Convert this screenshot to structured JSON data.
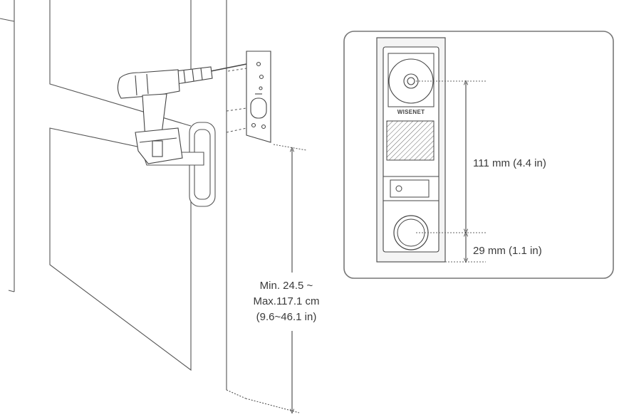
{
  "brand_logo": "WISENET",
  "dimensions": {
    "camera_to_button": "111 mm (4.4 in)",
    "button_to_bottom": "29 mm (1.1 in)",
    "mount_height_line1": "Min. 24.5 ~",
    "mount_height_line2": "Max.117.1 cm",
    "mount_height_line3": "(9.6~46.1 in)"
  },
  "colors": {
    "line": "#555555",
    "panel_border": "#777777",
    "device_fill": "#f4f4f4"
  }
}
